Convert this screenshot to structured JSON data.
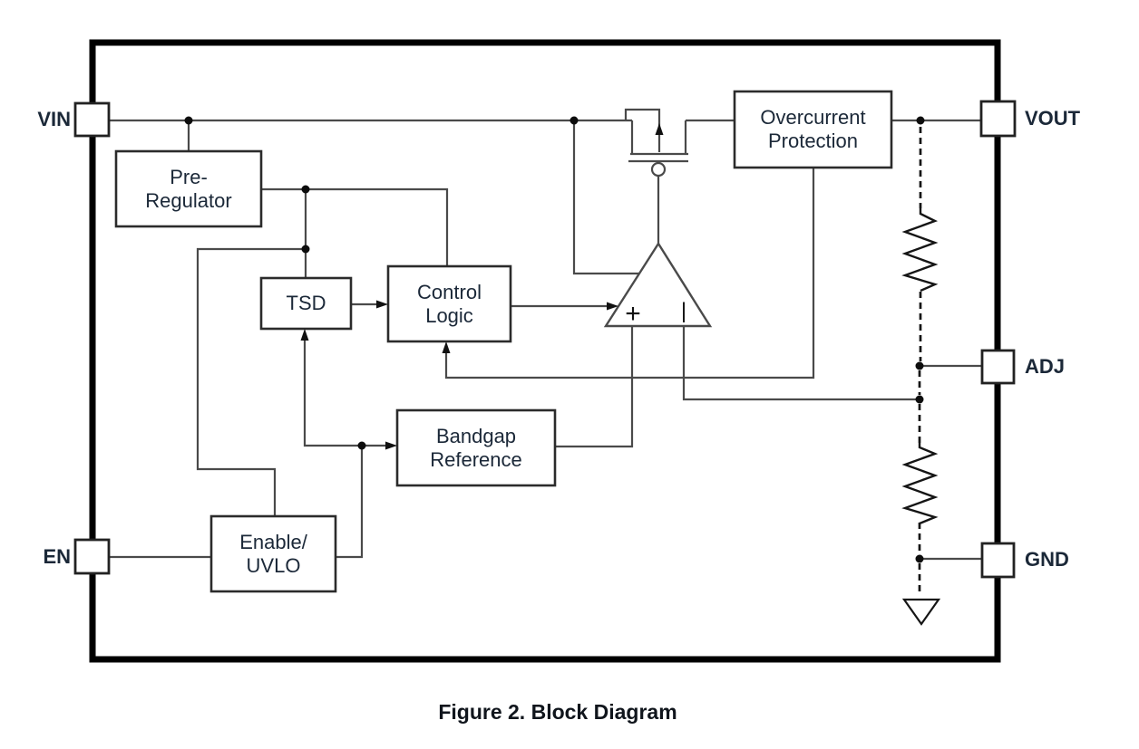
{
  "figure": {
    "caption": "Figure 2. Block Diagram",
    "type": "LDO regulator functional block diagram"
  },
  "pins": {
    "vin": "VIN",
    "en": "EN",
    "vout": "VOUT",
    "adj": "ADJ",
    "gnd": "GND"
  },
  "blocks": {
    "pre_regulator": {
      "line1": "Pre-",
      "line2": "Regulator"
    },
    "tsd": {
      "line1": "TSD"
    },
    "control_logic": {
      "line1": "Control",
      "line2": "Logic"
    },
    "bandgap": {
      "line1": "Bandgap",
      "line2": "Reference"
    },
    "enable_uvlo": {
      "line1": "Enable/",
      "line2": "UVLO"
    },
    "overcurrent": {
      "line1": "Overcurrent",
      "line2": "Protection"
    }
  },
  "opamp": {
    "noninverting_label": "+",
    "inverting_label": "|"
  },
  "colors": {
    "wire": "#4a4a4a",
    "outline": "#1f1f1f",
    "text": "#1b2838",
    "background": "#ffffff"
  }
}
